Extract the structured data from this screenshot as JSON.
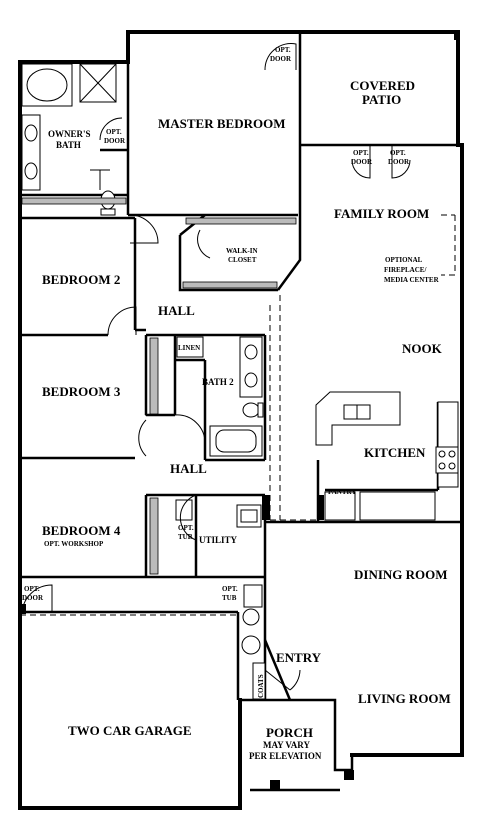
{
  "rooms": {
    "master_bedroom": "MASTER BEDROOM",
    "covered_patio_1": "COVERED",
    "covered_patio_2": "PATIO",
    "owners_bath_1": "OWNER'S",
    "owners_bath_2": "BATH",
    "family_room": "FAMILY ROOM",
    "fireplace_1": "OPTIONAL",
    "fireplace_2": "FIREPLACE/",
    "fireplace_3": "MEDIA CENTER",
    "walkin_1": "WALK-IN",
    "walkin_2": "CLOSET",
    "bedroom2": "BEDROOM 2",
    "hall_upper": "HALL",
    "nook": "NOOK",
    "linen": "LINEN",
    "bath2": "BATH 2",
    "bedroom3": "BEDROOM 3",
    "kitchen": "KITCHEN",
    "hall_lower": "HALL",
    "pantry": "PANTRY",
    "bedroom4": "BEDROOM 4",
    "bedroom4_sub": "OPT. WORKSHOP",
    "utility": "UTILITY",
    "opt_tub_a_1": "OPT.",
    "opt_tub_a_2": "TUB",
    "opt_tub_b_1": "OPT.",
    "opt_tub_b_2": "TUB",
    "dining_room": "DINING ROOM",
    "entry": "ENTRY",
    "coats": "COATS",
    "living_room": "LIVING ROOM",
    "garage": "TWO CAR GARAGE",
    "porch_1": "PORCH",
    "porch_2": "MAY VARY",
    "porch_3": "PER ELEVATION"
  },
  "doors": {
    "opt_door_master_1": "OPT.",
    "opt_door_master_2": "DOOR",
    "opt_door_bath_1": "OPT.",
    "opt_door_bath_2": "DOOR",
    "opt_door_patio_a_1": "OPT.",
    "opt_door_patio_a_2": "DOOR",
    "opt_door_patio_b_1": "OPT.",
    "opt_door_patio_b_2": "DOOR",
    "opt_door_garage_1": "OPT.",
    "opt_door_garage_2": "DOOR"
  }
}
